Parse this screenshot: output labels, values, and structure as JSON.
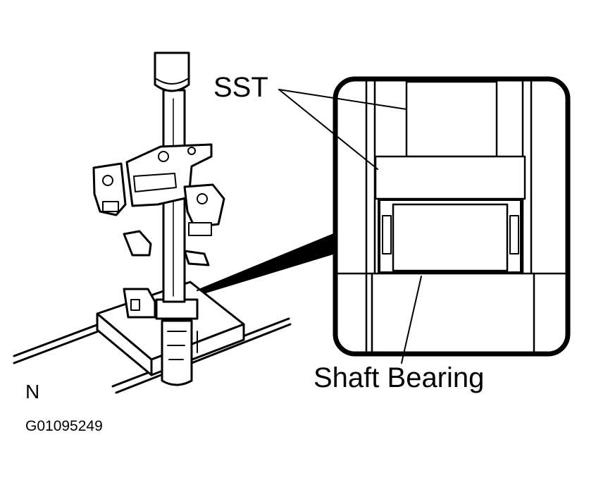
{
  "labels": {
    "sst": "SST",
    "shaft_bearing": "Shaft Bearing",
    "view_letter": "N",
    "figure_code": "G01095249"
  },
  "colors": {
    "ink": "#000000",
    "paper": "#ffffff"
  }
}
